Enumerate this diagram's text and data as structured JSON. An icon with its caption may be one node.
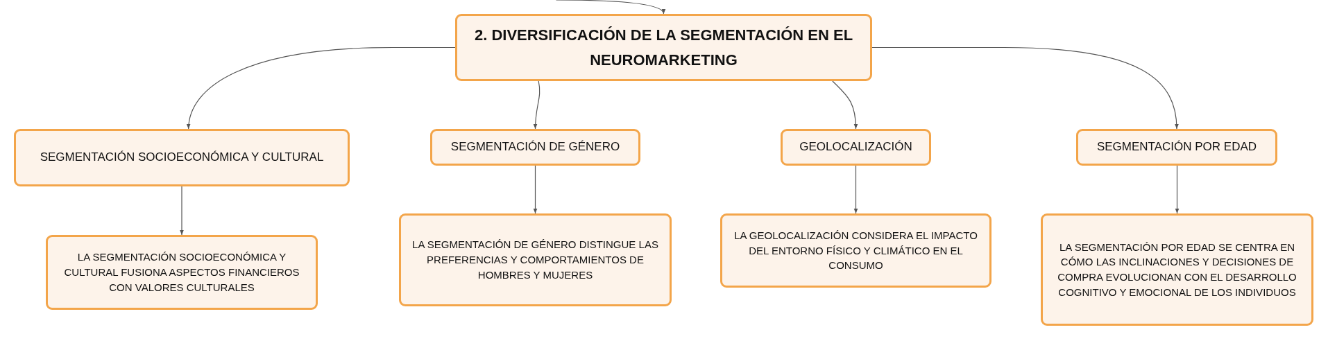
{
  "diagram": {
    "nodes": [
      {
        "text": [
          "2. DIVERSIFICACIÓN DE LA SEGMENTACIÓN EN EL NEUROMARKETING"
        ]
      },
      {
        "text": [
          "SEGMENTACIÓN SOCIOECONÓMICA Y CULTURAL"
        ]
      },
      {
        "text": [
          "SEGMENTACIÓN DE GÉNERO"
        ]
      },
      {
        "text": [
          "GEOLOCALIZACIÓN"
        ]
      },
      {
        "text": [
          "SEGMENTACIÓN POR EDAD"
        ]
      },
      {
        "text": [
          "LA SEGMENTACIÓN SOCIOECONÓMICA Y CULTURAL FUSIONA ASPECTOS FINANCIEROS CON VALORES CULTURALES"
        ]
      },
      {
        "text": [
          "LA SEGMENTACIÓN DE GÉNERO DISTINGUE LAS PREFERENCIAS Y COMPORTAMIENTOS DE HOMBRES Y MUJERES"
        ]
      },
      {
        "text": [
          "LA GEOLOCALIZACIÓN CONSIDERA EL IMPACTO DEL ENTORNO FÍSICO Y CLIMÁTICO EN EL CONSUMO"
        ]
      },
      {
        "text": [
          "LA SEGMENTACIÓN POR EDAD SE CENTRA EN CÓMO LAS INCLINACIONES Y DECISIONES DE COMPRA EVOLUCIONAN CON EL DESARROLLO COGNITIVO Y EMOCIONAL DE LOS INDIVIDUOS"
        ]
      }
    ],
    "edges": [
      {
        "from": null,
        "to": 0,
        "arrow": "to"
      },
      {
        "from": 0,
        "to": 1,
        "arrow": "to"
      },
      {
        "from": 0,
        "to": 2,
        "arrow": "to"
      },
      {
        "from": 0,
        "to": 3,
        "arrow": "to"
      },
      {
        "from": 0,
        "to": 4,
        "arrow": "to"
      },
      {
        "from": 1,
        "to": 5,
        "arrow": "to"
      },
      {
        "from": 2,
        "to": 6,
        "arrow": "to"
      },
      {
        "from": 3,
        "to": 7,
        "arrow": "to"
      },
      {
        "from": 4,
        "to": 8,
        "arrow": "to"
      }
    ]
  }
}
